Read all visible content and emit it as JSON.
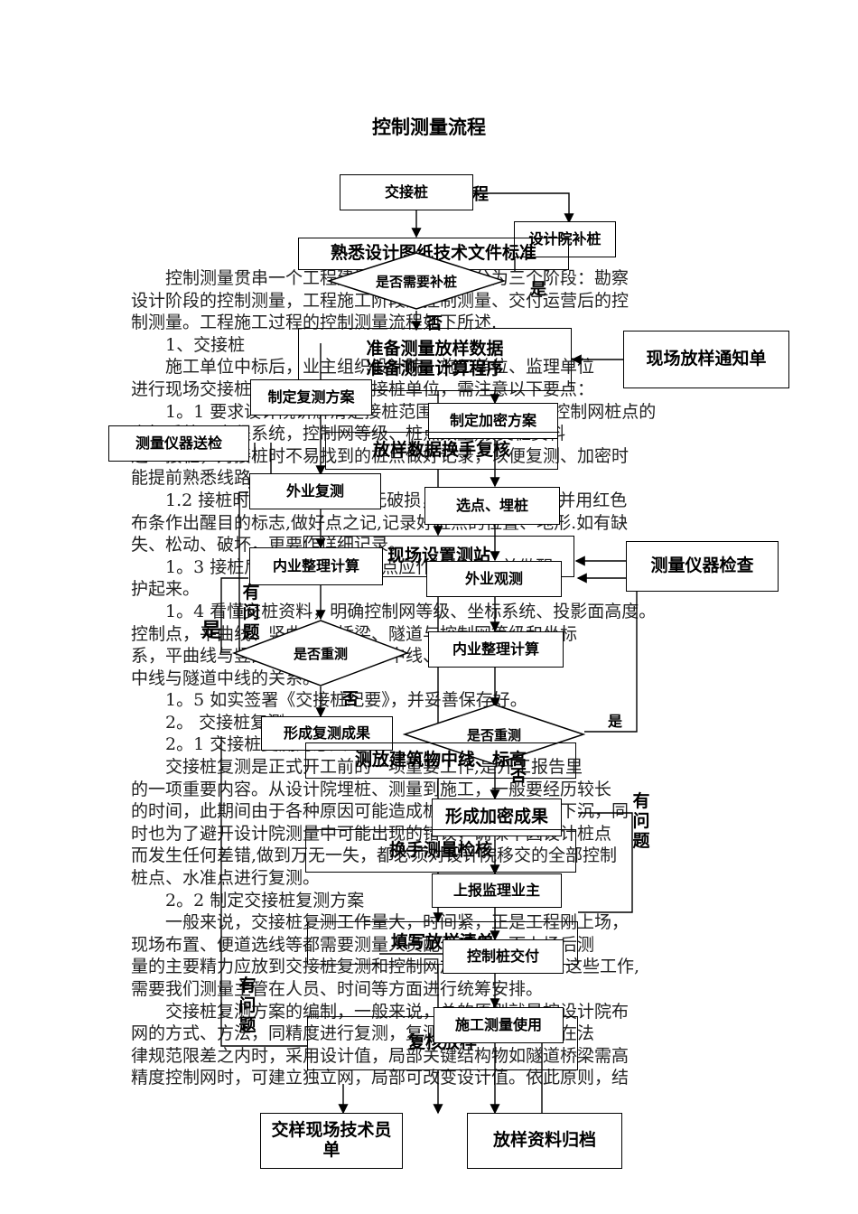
{
  "title": "控制测量流程",
  "body_lines": [
    "　　控制测量贯串一个工程建设的始终，一般分为三个阶段：勘察",
    "设计阶段的控制测量，工程施工阶段的控制测量、交付运营后的控",
    "制测量。工程施工过程的控制测量流程如下所述.",
    "　　1、交接桩",
    "　　施工单位中标后，业主组织设计院、施工单位、监理单位",
    "进行现场交接桩，施工单位作为接桩单位，需注意以下要点：",
    "　　1。1 要求设计院讲解清楚接桩范围内的平面、高程控制网桩点的",
    "坐标系统、高程系统，控制网等级、桩点数量,按交桩资料",
    "逐一接桩，对接桩时不易找到的桩点做好记录，以便复测、加密时",
    "能提前熟悉线路。",
    "　　1.2 接桩时注意查看桩点有无破损，桩点标志完好，并用红色",
    "布条作出醒目的标志,做好点之记,记录好桩点的位置、地形.如有缺",
    "失、松动、破坏，更要作详细记录。",
    "　　1。3 接桩后，对于重要的桩点应作好标记，并做醒",
    "护起来。",
    "　　1。4 看懂交桩资料，明确控制网等级、坐标系统、投影面高度。",
    "控制点，平曲线、竖曲线、桥梁、隧道与控制网等级和坐标",
    "系，平曲线与竖曲线已知，其设计中线、桥梁中线,线路",
    "中线与隧道中线的关系。",
    "　　1。5 如实签署《交接桩纪要》，并妥善保存好。",
    "　　2。 交接桩复测",
    "　　2。1 交接桩复测的意义",
    "　　交接桩复测是正式开工前的一项重要工作,是开工报告里",
    "的一项重要内容。从设计院埋桩、测量到施工，一般要经历较长",
    "的时间，此期间由于各种原因可能造成桩点丢失、位移、下沉，同",
    "时也为了避开设计院测量中可能出现的错误，确保不因设计桩点",
    "而发生任何差错,做到万无一失，都必须对设计院移交的全部控制",
    "桩点、水准点进行复测。",
    "　　2。2 制定交接桩复测方案",
    "　　一般来说，交接桩复测工作量大，时间紧，正是工程刚上场，",
    "现场布置、便道选线等都需要测量人员配合工作，而上场后测",
    "量的主要精力应放到交接桩复测和控制网加密的工作上面.这些工作,",
    "需要我们测量主管在人员、时间等方面进行统筹安排。",
    "　　交接桩复测方案的编制，一般来说，总的原则就是按设计院布",
    "网的方式、方法，同精度进行复测，复测值与设计值较差在法",
    "律规范限差之内时，采用设计值，局部关键结构物如隧道桥梁需高",
    "精度控制网时，可建立独立网，局部可改变设计值。依此原则，结"
  ],
  "boxes": {
    "jiaojiezhuang": "交接桩",
    "sheji_buzhuang": "设计院补桩",
    "shuxi": "熟悉设计图纸技术文件标准",
    "zhunbei": "准备测量放样数据\n准备测量计算程序",
    "tongzhidan": "现场放样通知单",
    "zhiding_fuce": "制定复测方案",
    "zhiding_jiami": "制定加密方案",
    "songjian": "测量仪器送检",
    "huanshou_fuhe": "放样数据换手复核",
    "waiye_fuce": "外业复测",
    "xuandian": "选点、埋桩",
    "shezhan": "现场设置测站",
    "yiqi_jiancha": "测量仪器检查",
    "neiye_1": "内业整理计算",
    "waiye_guance": "外业观测",
    "neiye_2": "内业整理计算",
    "fuce_chengguo": "形成复测成果",
    "zhongxian": "测放建筑物中线、标高",
    "jiami_chengguo": "形成加密成果",
    "huanshou_jianhe": "换手测量检核",
    "shangbao": "上报监理业主",
    "tianxie": "填写放样清单",
    "jiaofu": "控制桩交付",
    "fuhe_fangyang": "复核放样",
    "shigong_shiyong": "施工测量使用",
    "jiaoyang": "交样现场技术员\n单",
    "guidang": "放样资料归档"
  },
  "diamonds": {
    "buzhuang": "是否需要补桩",
    "chongce_1": "是否重测",
    "chongce_2": "是否重测"
  },
  "labels": {
    "shi": "是",
    "fou": "否",
    "you_wenti": "有\n问\n题",
    "cheng": "程"
  }
}
